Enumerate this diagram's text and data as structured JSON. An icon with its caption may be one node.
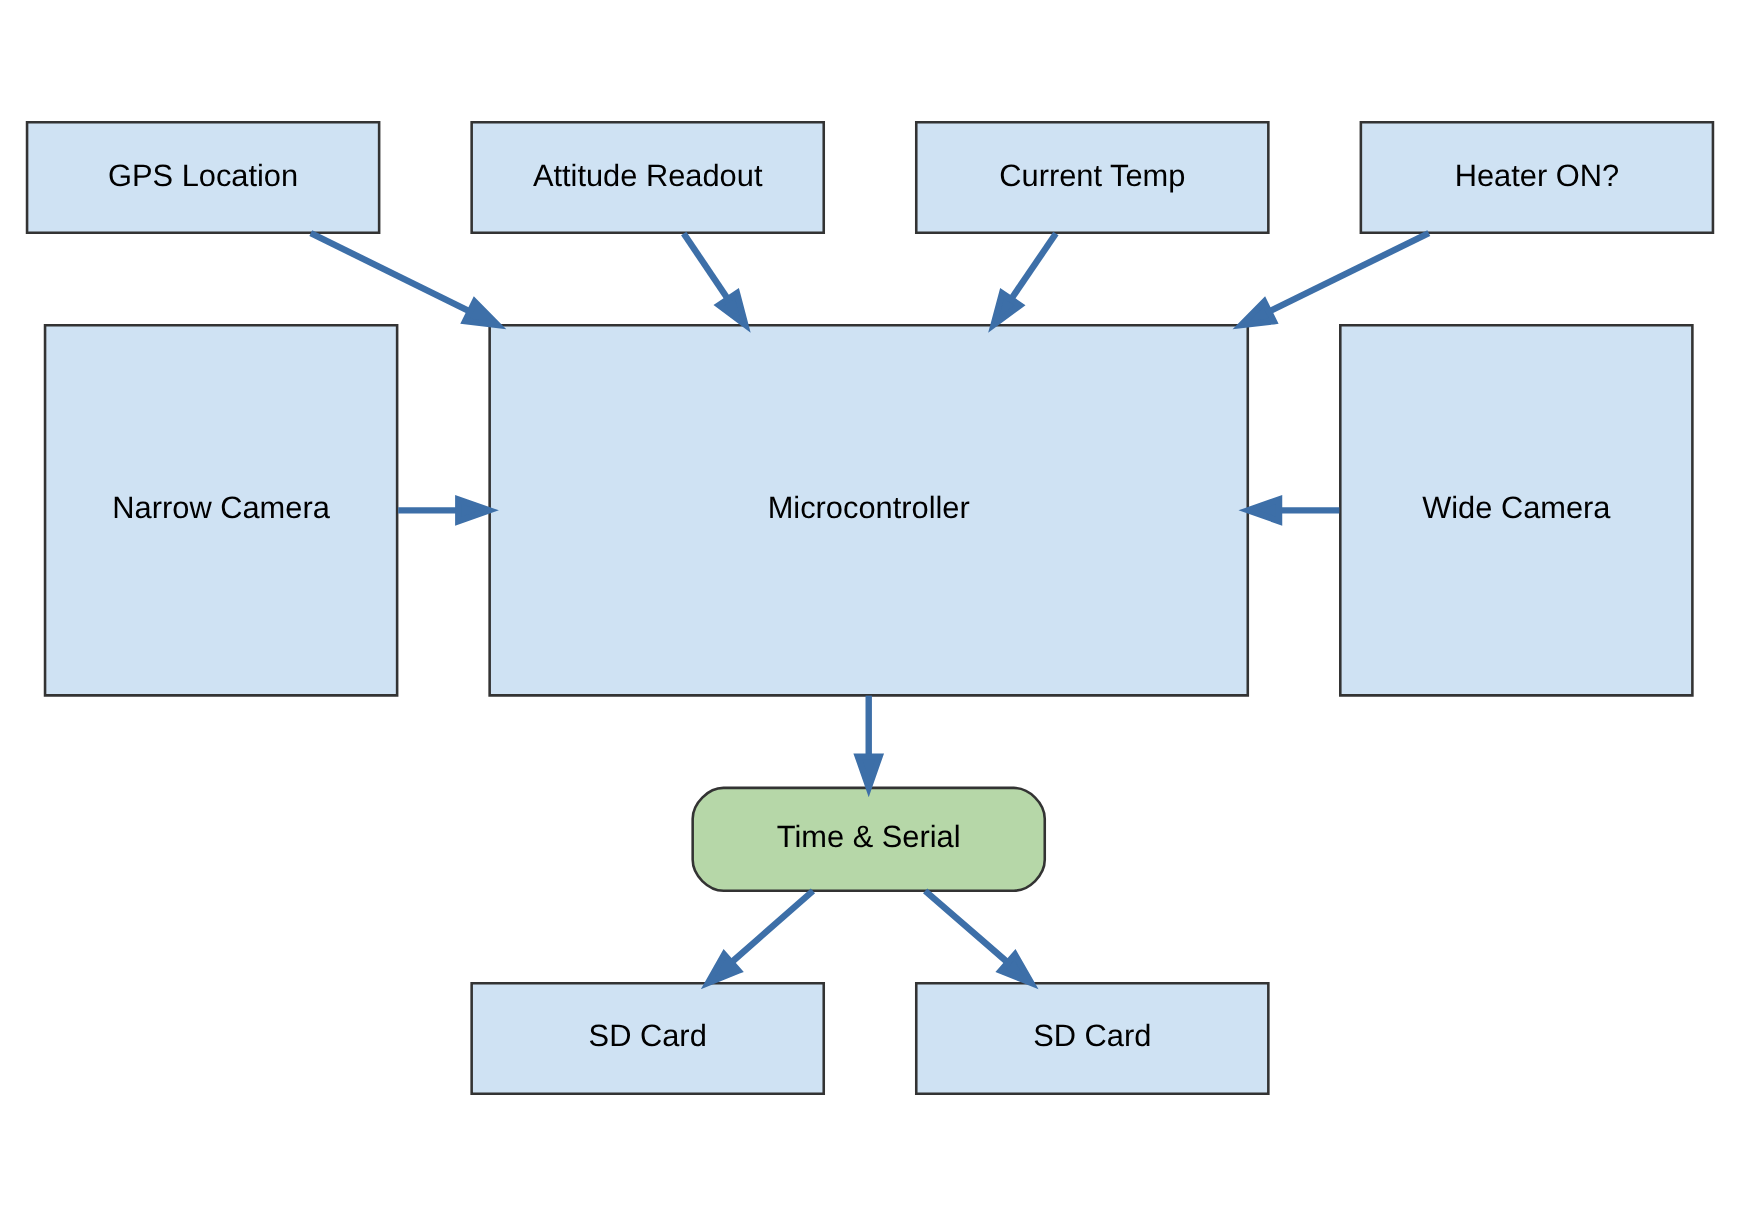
{
  "diagram": {
    "nodes": [
      {
        "text": [
          "GPS Location"
        ]
      },
      {
        "text": [
          "Attitude Readout"
        ]
      },
      {
        "text": [
          "Current Temp"
        ]
      },
      {
        "text": [
          "Heater ON?"
        ]
      },
      {
        "text": [
          "Narrow Camera"
        ]
      },
      {
        "text": [
          "Microcontroller"
        ]
      },
      {
        "text": [
          "Wide Camera"
        ]
      },
      {
        "text": [
          "Time & Serial"
        ]
      },
      {
        "text": [
          "SD Card"
        ]
      },
      {
        "text": [
          "SD Card"
        ]
      }
    ],
    "edges": [
      {
        "from": 0,
        "to": 5,
        "arrow": "to"
      },
      {
        "from": 1,
        "to": 5,
        "arrow": "to"
      },
      {
        "from": 2,
        "to": 5,
        "arrow": "to"
      },
      {
        "from": 3,
        "to": 5,
        "arrow": "to"
      },
      {
        "from": 4,
        "to": 5,
        "arrow": "to"
      },
      {
        "from": 6,
        "to": 5,
        "arrow": "to"
      },
      {
        "from": 5,
        "to": 7,
        "arrow": "to"
      },
      {
        "from": 7,
        "to": 8,
        "arrow": "to"
      },
      {
        "from": 7,
        "to": 9,
        "arrow": "to"
      }
    ]
  }
}
